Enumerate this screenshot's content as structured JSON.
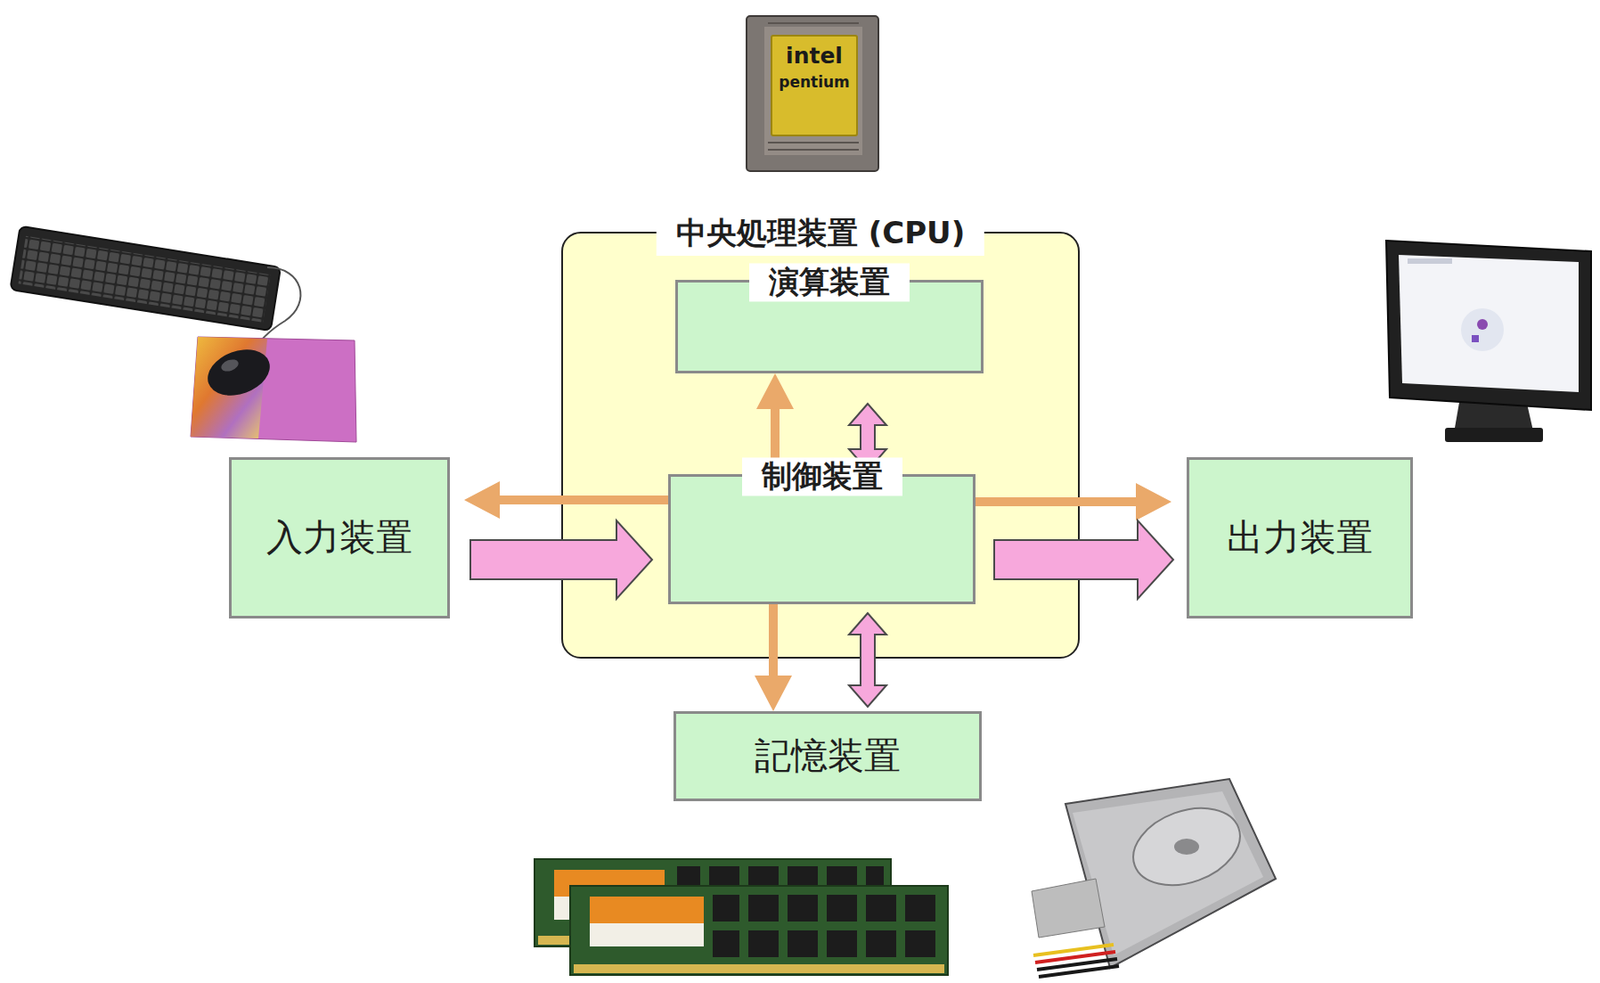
{
  "diagram": {
    "nodes": [
      {
        "text": [
          "中央処理装置 (CPU)"
        ]
      },
      {
        "text": [
          "演算装置"
        ],
        "in": 0
      },
      {
        "text": [
          "入力装置"
        ]
      },
      {
        "text": [
          "制御装置"
        ],
        "in": 0
      },
      {
        "text": [
          "出力装置"
        ]
      },
      {
        "text": [
          "記憶装置"
        ]
      }
    ],
    "edges": [
      {
        "from": 3,
        "to": 1,
        "arrow": "to"
      },
      {
        "from": 1,
        "to": 3,
        "arrow": "both"
      },
      {
        "from": 3,
        "to": 2,
        "arrow": "to"
      },
      {
        "from": 2,
        "to": 3,
        "arrow": "to"
      },
      {
        "from": 3,
        "to": 4,
        "arrow": "to"
      },
      {
        "from": 3,
        "to": 4,
        "arrow": "to"
      },
      {
        "from": 3,
        "to": 5,
        "arrow": "to"
      },
      {
        "from": 3,
        "to": 5,
        "arrow": "both"
      }
    ],
    "labels": [
      "intel",
      "pentium"
    ]
  }
}
